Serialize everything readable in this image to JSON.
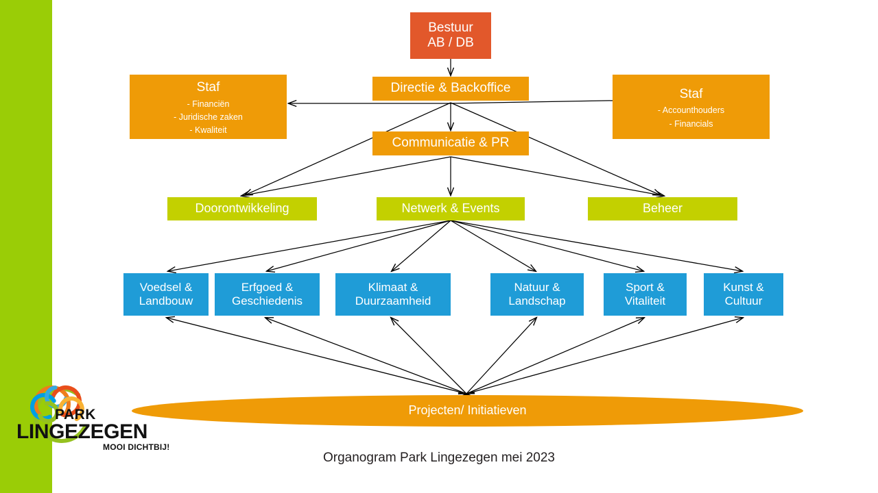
{
  "slide": {
    "caption": "Organogram Park Lingezegen mei 2023",
    "background_color": "#ffffff",
    "sidebar_color": "#9ACD06"
  },
  "colors": {
    "bestuur": "#E2582B",
    "orange": "#EF9B07",
    "green": "#C3D000",
    "blue": "#1F9CD7",
    "sidebar": "#9ACD06",
    "arrow": "#000000",
    "caption_text": "#231F20"
  },
  "nodes": {
    "bestuur": {
      "line1": "Bestuur",
      "line2": "AB / DB"
    },
    "directie": {
      "label": "Directie & Backoffice"
    },
    "communicatie": {
      "label": "Communicatie & PR"
    },
    "staf_left": {
      "title": "Staf",
      "items": [
        "- Financiën",
        "-   Juridische zaken",
        "-    Kwaliteit"
      ]
    },
    "staf_right": {
      "title": "Staf",
      "items": [
        "- Accounthouders",
        "-    Financials"
      ]
    },
    "green_row": [
      {
        "label": "Doorontwikkeling"
      },
      {
        "label": "Netwerk & Events"
      },
      {
        "label": "Beheer"
      }
    ],
    "blue_row": [
      {
        "line1": "Voedsel &",
        "line2": "Landbouw"
      },
      {
        "line1": "Erfgoed &",
        "line2": "Geschiedenis"
      },
      {
        "line1": "Klimaat &",
        "line2": "Duurzaamheid"
      },
      {
        "line1": "Natuur &",
        "line2": "Landschap"
      },
      {
        "line1": "Sport &",
        "line2": "Vitaliteit"
      },
      {
        "line1": "Kunst &",
        "line2": "Cultuur"
      }
    ],
    "ellipse": {
      "label": "Projecten/ Initiatieven"
    }
  },
  "logo": {
    "word_top": "PARK",
    "word_main": "LINGEZEGEN",
    "tagline": "MOOI DICHTBIJ!"
  }
}
